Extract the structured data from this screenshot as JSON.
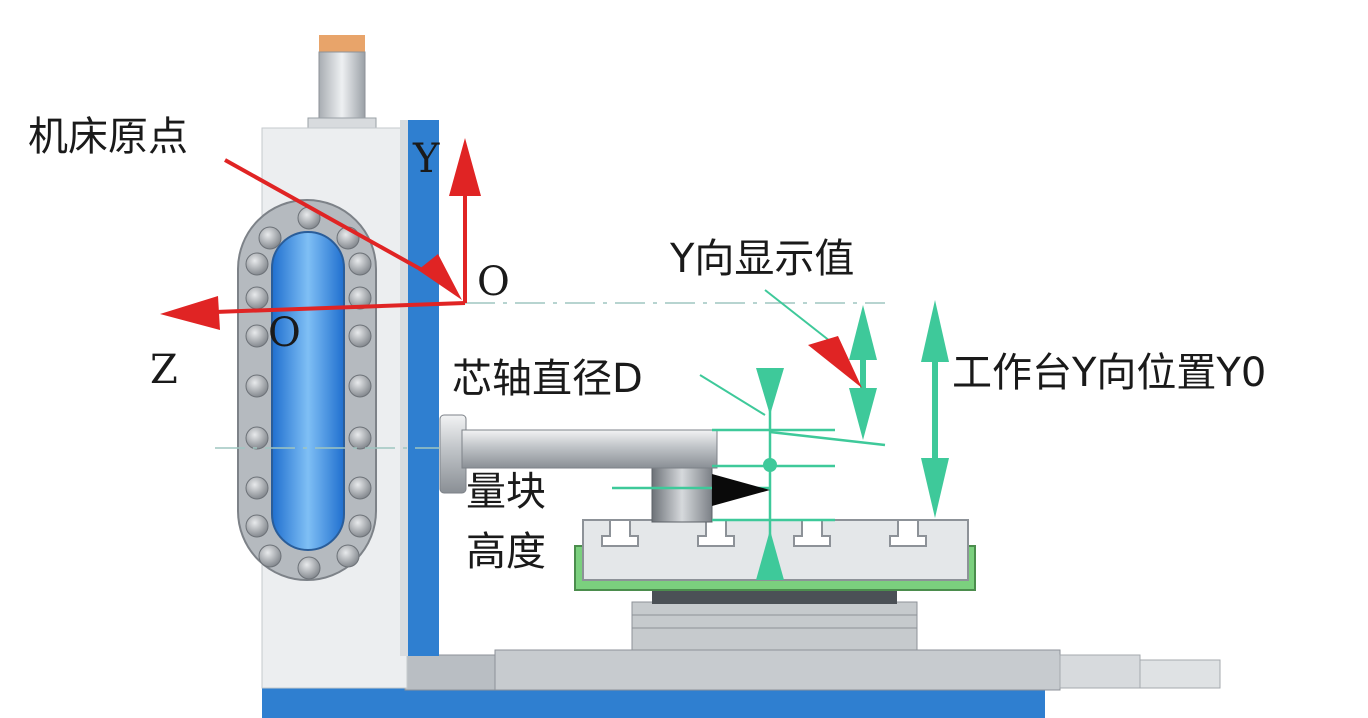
{
  "labels": {
    "machine_origin": "机床原点",
    "y_axis": "Y",
    "origin_top": "O",
    "origin_left": "O",
    "z_axis": "Z",
    "y_display_value": "Y向显示值",
    "mandrel_diameter": "芯轴直径D",
    "table_y_position": "工作台Y向位置Y0",
    "gauge_block_line1": "量块",
    "gauge_block_line2": "高度"
  },
  "colors": {
    "axis_arrow": "#e02424",
    "measure_green": "#3ec99a",
    "column_blue": "#3a86d1",
    "gray_body": "#c8ccd0"
  }
}
